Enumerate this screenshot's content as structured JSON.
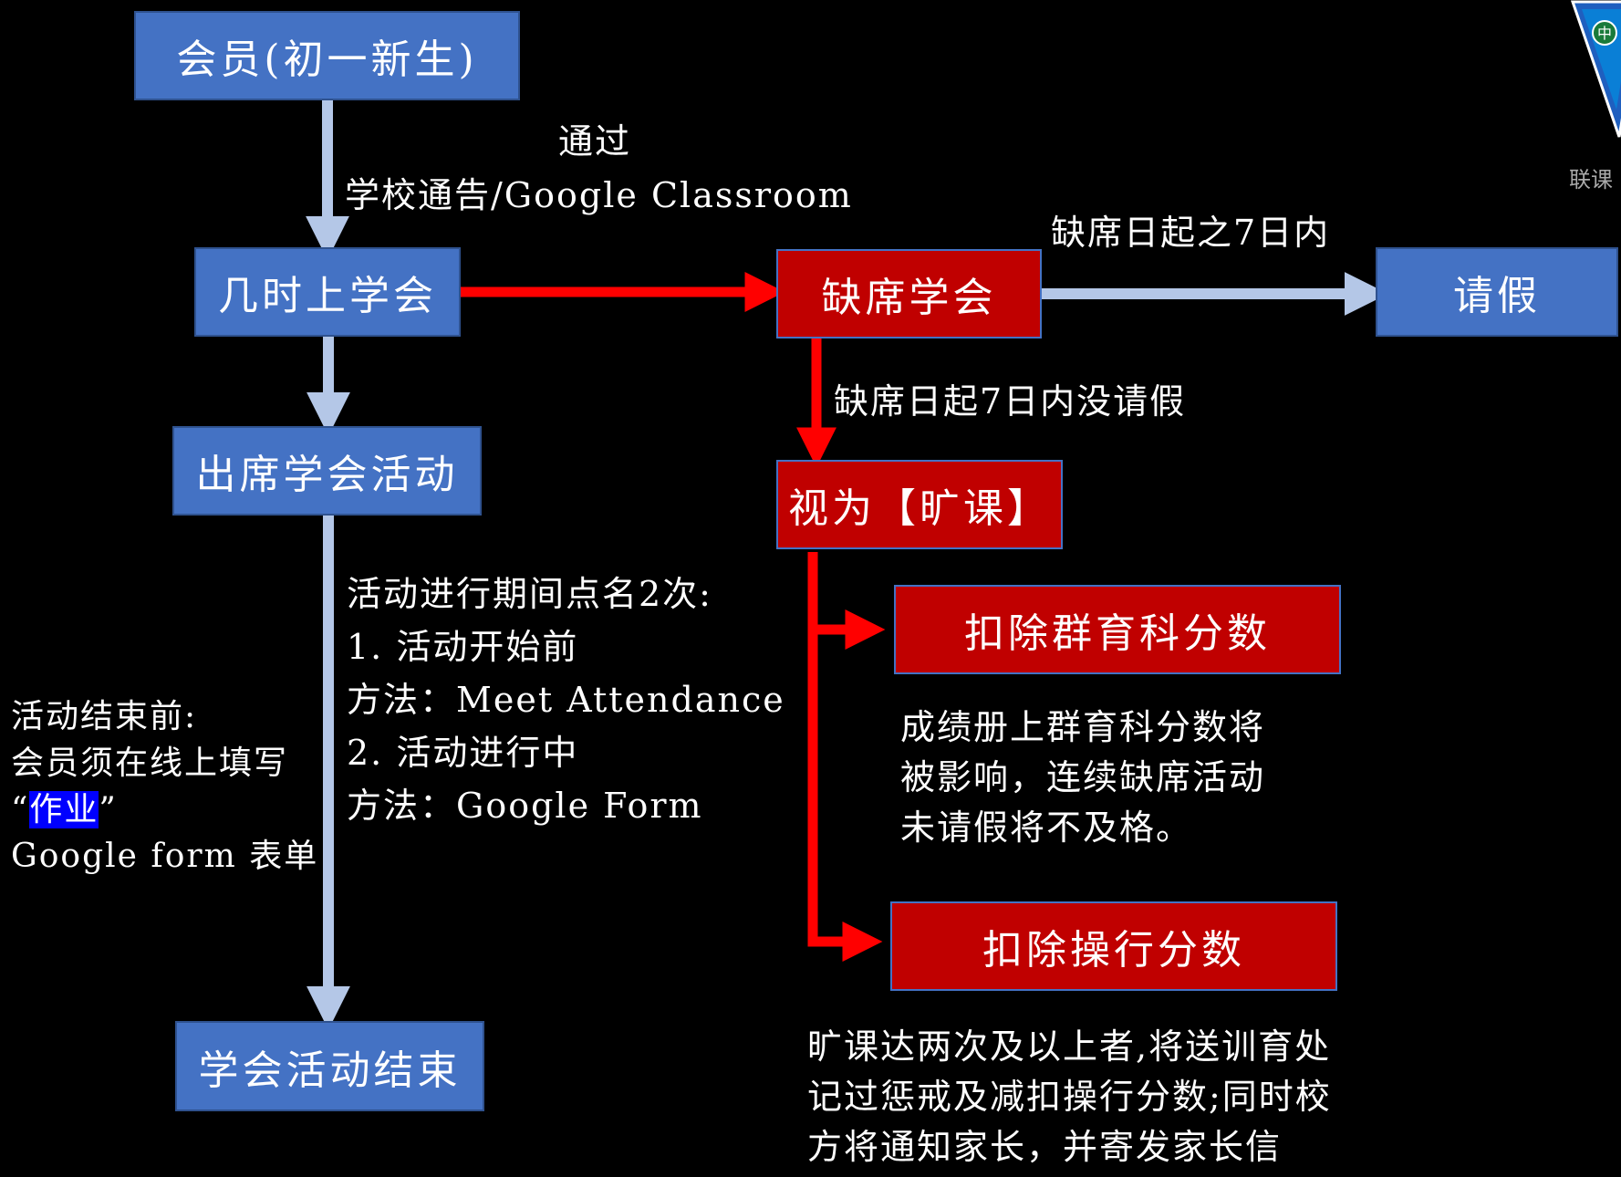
{
  "boxes": {
    "member": "会员(初一新生)",
    "when_meeting": "几时上学会",
    "attend": "出席学会活动",
    "end": "学会活动结束",
    "absent": "缺席学会",
    "leave": "请假",
    "truancy": "视为【旷课】",
    "deduct_club": "扣除群育科分数",
    "deduct_conduct": "扣除操行分数"
  },
  "labels": {
    "via_1": "通过",
    "via_2": "学校通告/Google Classroom",
    "within_7": "缺席日起之7日内",
    "no_leave_7": "缺席日起7日内没请假",
    "rollcall": {
      "l1": "活动进行期间点名2次:",
      "l2": "1. 活动开始前",
      "l3": "方法：Meet Attendance",
      "l4": "2. 活动进行中",
      "l5": "方法：Google Form"
    },
    "before_end": {
      "l1": "活动结束前:",
      "l2": "会员须在线上填写",
      "l3_open": "“",
      "l3_word": "作业",
      "l3_close": "”",
      "l4": "Google form 表单"
    },
    "club_note": {
      "l1": "成绩册上群育科分数将",
      "l2": "被影响，连续缺席活动",
      "l3": "未请假将不及格。"
    },
    "conduct_note": {
      "l1": "旷课达两次及以上者,将送训育处",
      "l2": "记过惩戒及减扣操行分数;同时校",
      "l3": "方将通知家长，并寄发家长信"
    }
  },
  "logo": {
    "char": "中",
    "text": "联课"
  },
  "colors": {
    "background": "#000000",
    "blue_box": "#4472c4",
    "red_box": "#c00000",
    "red_arrow": "#ff0000",
    "light_arrow": "#b4c7e7",
    "highlight": "#0000ff"
  }
}
